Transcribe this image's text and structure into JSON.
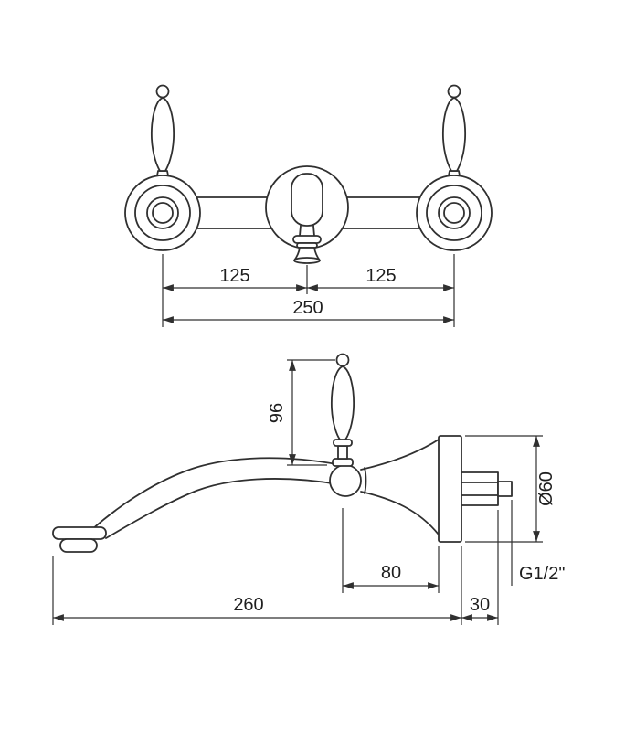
{
  "diagram": {
    "kind": "technical-drawing",
    "colors": {
      "line": "#303030",
      "background": "#ffffff"
    },
    "front_view": {
      "left_spacing": "125",
      "right_spacing": "125",
      "total_width": "250"
    },
    "side_view": {
      "handle_height": "96",
      "valve_offset": "80",
      "spout_reach": "260",
      "rear_projection": "30",
      "escutcheon_diameter": "Ø60",
      "connection_thread": "G1/2\""
    }
  }
}
